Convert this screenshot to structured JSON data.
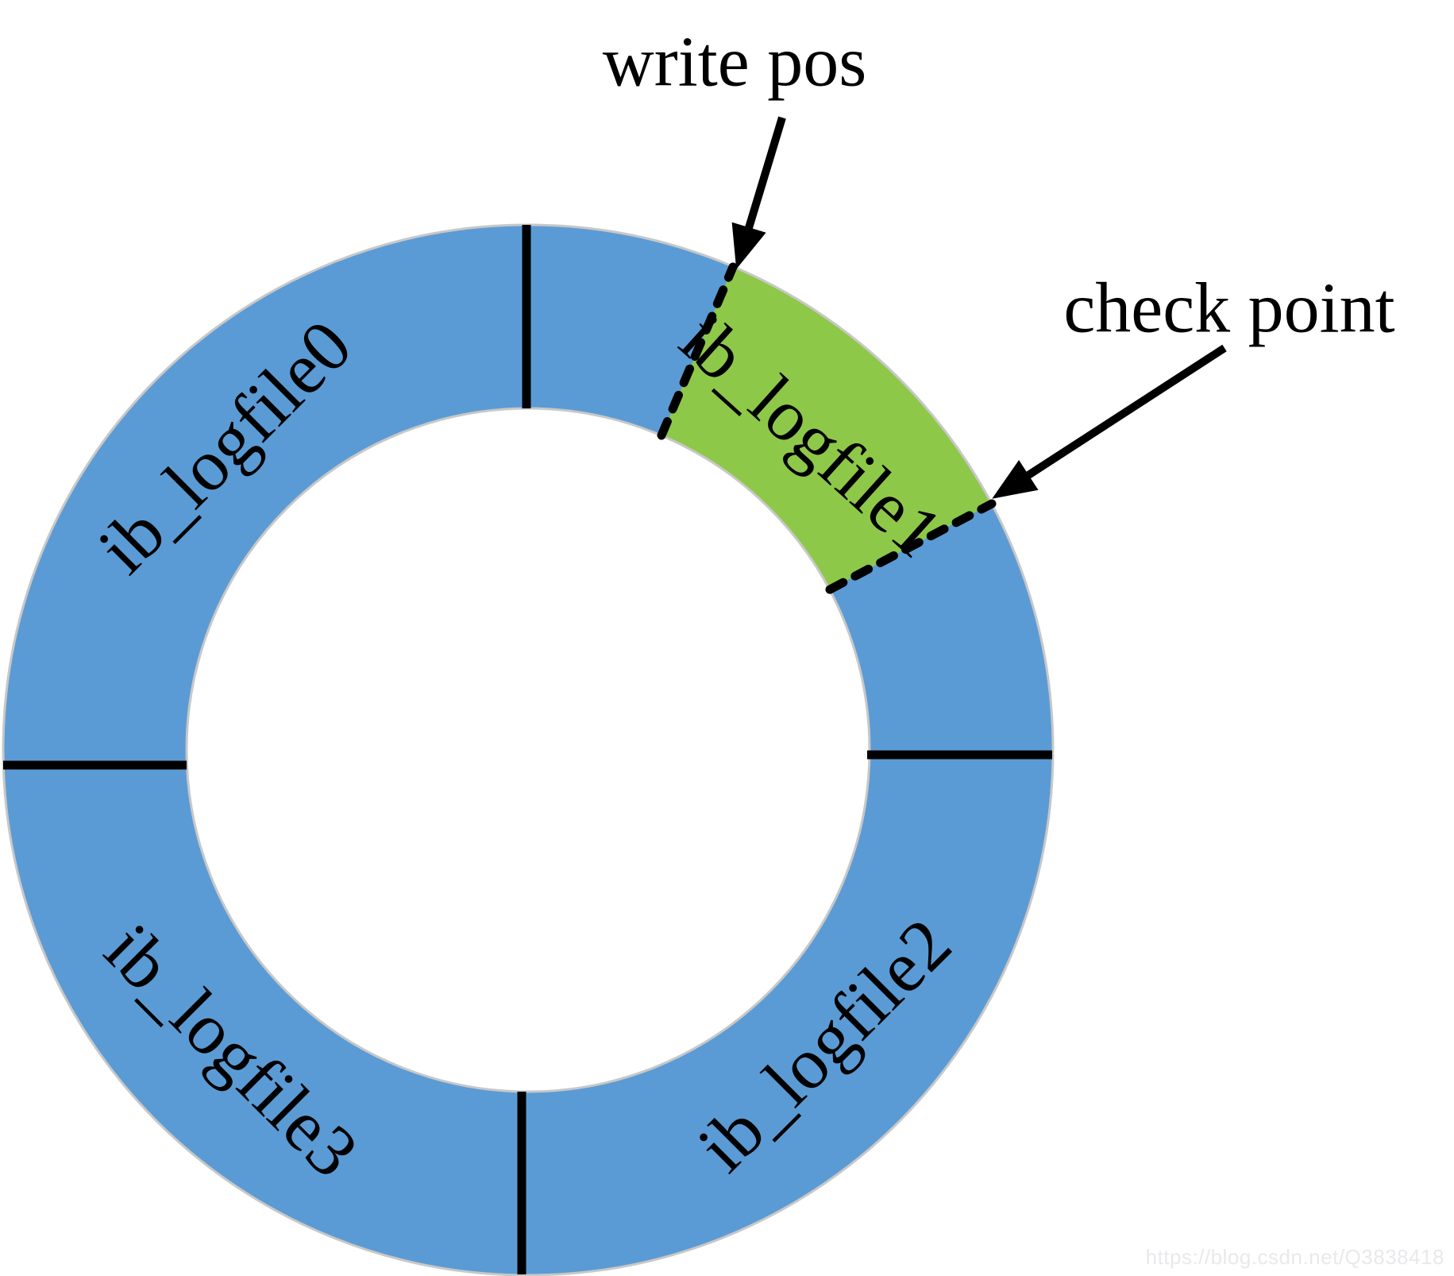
{
  "diagram": {
    "name": "innodb-redo-log-circular-ring",
    "segments": [
      {
        "id": "segment-0",
        "label": "ib_logfile0"
      },
      {
        "id": "segment-1",
        "label": "ib_logfile1"
      },
      {
        "id": "segment-2",
        "label": "ib_logfile2"
      },
      {
        "id": "segment-3",
        "label": "ib_logfile3"
      }
    ],
    "active_segment": "ib_logfile1",
    "annotations": {
      "write_pos": "write pos",
      "check_point": "check point"
    }
  },
  "watermark": {
    "text": "https://blog.csdn.net/Q3838418"
  },
  "colors": {
    "ring_blue": "#5B9BD5",
    "active_green": "#8EC849",
    "edge_gray": "#C8C8C8",
    "ink_black": "#000000",
    "watermark_gray": "#E9E9EC",
    "background": "#FFFFFF"
  }
}
